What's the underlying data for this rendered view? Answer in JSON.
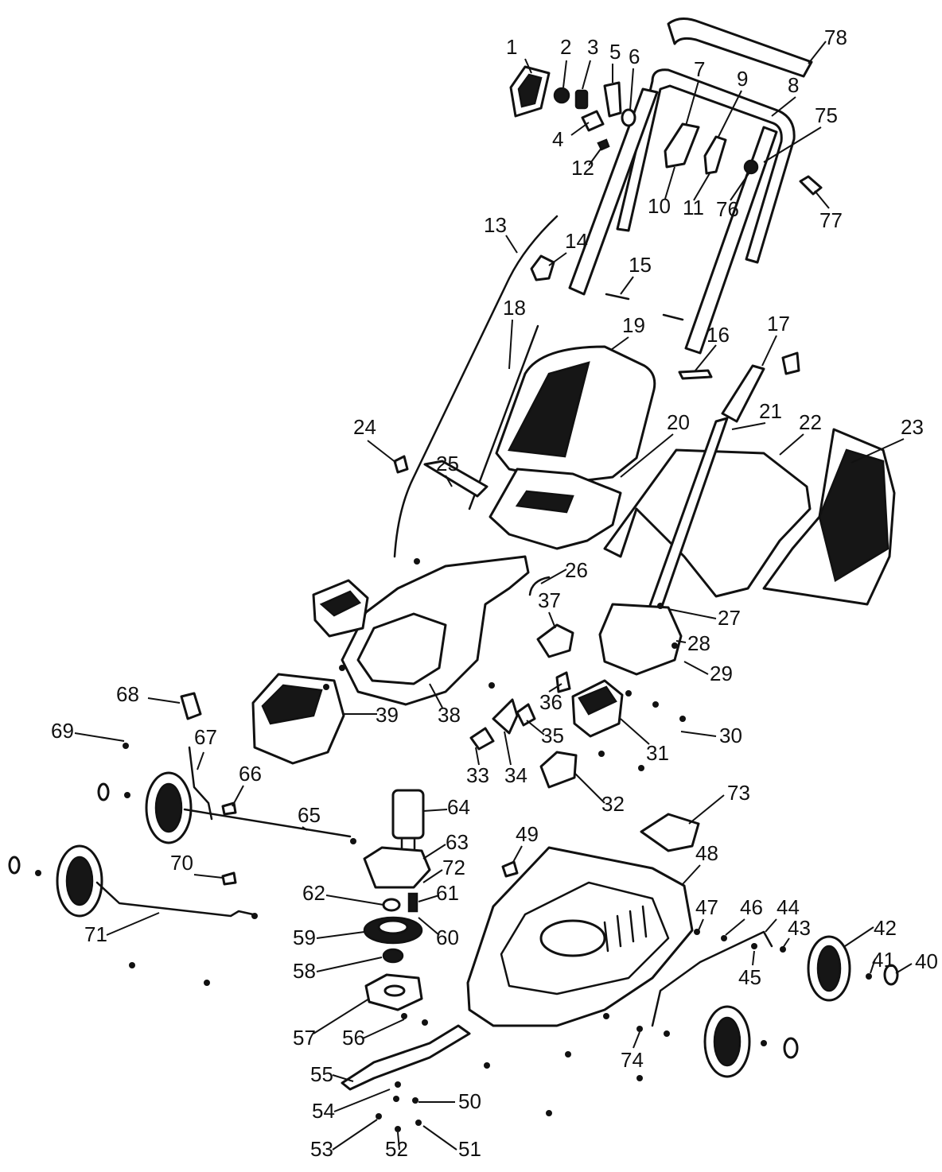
{
  "callouts": [
    "1",
    "2",
    "3",
    "4",
    "5",
    "6",
    "7",
    "8",
    "9",
    "10",
    "11",
    "12",
    "13",
    "14",
    "15",
    "16",
    "17",
    "18",
    "19",
    "20",
    "21",
    "22",
    "23",
    "24",
    "25",
    "26",
    "27",
    "28",
    "29",
    "30",
    "31",
    "32",
    "33",
    "34",
    "35",
    "36",
    "37",
    "38",
    "39",
    "40",
    "41",
    "42",
    "43",
    "44",
    "45",
    "46",
    "47",
    "48",
    "49",
    "50",
    "51",
    "52",
    "53",
    "54",
    "55",
    "56",
    "57",
    "58",
    "59",
    "60",
    "61",
    "62",
    "63",
    "64",
    "65",
    "66",
    "67",
    "68",
    "69",
    "70",
    "71",
    "72",
    "73",
    "74",
    "75",
    "76",
    "77",
    "78"
  ],
  "colors": {
    "line": "#111111",
    "paper": "#ffffff",
    "fill_dark": "#161616"
  }
}
